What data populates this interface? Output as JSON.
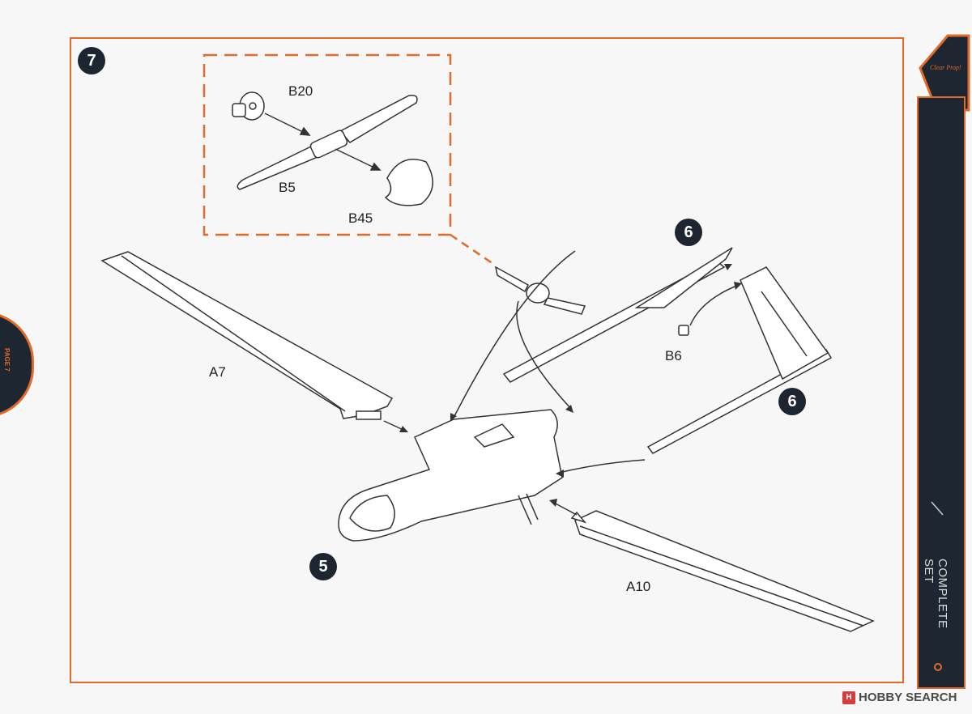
{
  "step": {
    "number": "7"
  },
  "references": {
    "ref_a": "6",
    "ref_b": "6",
    "ref_c": "5"
  },
  "parts": {
    "b20": "B20",
    "b5": "B5",
    "b45": "B45",
    "a7": "A7",
    "b6": "B6",
    "a10": "A10"
  },
  "sidebar": {
    "label": "COMPLETE SET",
    "page": "PAGE 7",
    "brand": "Clear Prop!"
  },
  "watermark": {
    "logo": "H",
    "text": "HOBBY SEARCH"
  },
  "colors": {
    "accent": "#e06a2a",
    "dark": "#1d2530",
    "line": "#333333"
  }
}
